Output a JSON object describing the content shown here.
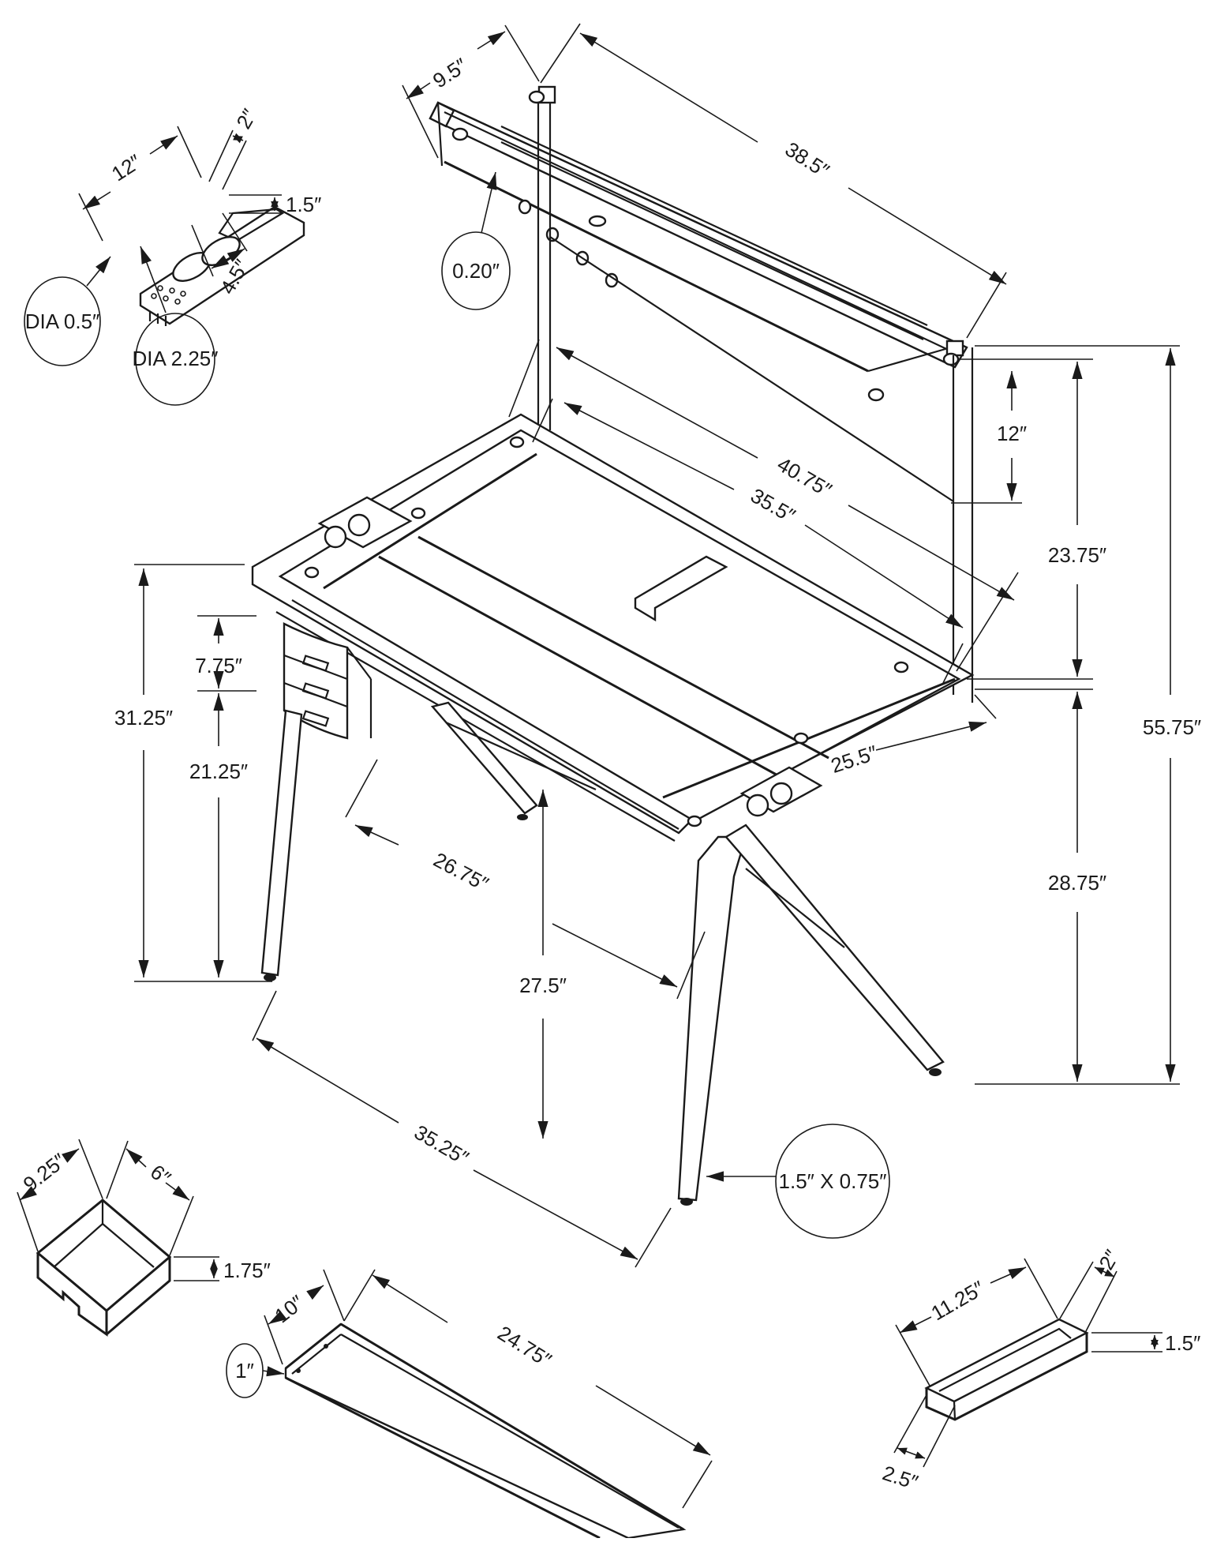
{
  "title": "Drafting desk dimension diagram",
  "colors": {
    "line": "#1a1a1a",
    "background": "#ffffff"
  },
  "top_shelf": {
    "depth": "9.5″",
    "width": "38.5″",
    "glass_thickness": "0.20″"
  },
  "side_tray": {
    "length": "12″",
    "depth": "2″",
    "height": "1.5″",
    "compartment": "4.5″",
    "small_hole": "DIA 0.5″",
    "cup_hole": "DIA 2.25″"
  },
  "desk": {
    "outer_width": "40.75″",
    "inner_width": "35.5″",
    "shelf_gap": "12″",
    "hutch_height": "23.75″",
    "total_height": "55.75″",
    "desk_height": "28.75″",
    "depth": "25.5″",
    "drawer_height": "7.75″",
    "drawer_clearance": "21.25″",
    "drawer_unit_height": "31.25″",
    "knee_width": "26.75″",
    "knee_height": "27.5″",
    "leg_span": "35.25″",
    "leg_profile": "1.5″ X 0.75″"
  },
  "drawer": {
    "width": "9.25″",
    "depth": "6″",
    "height": "1.75″"
  },
  "glass_panel": {
    "depth": "10″",
    "width": "24.75″",
    "thickness": "1″"
  },
  "pencil_tray": {
    "length": "11.25″",
    "depth": "2″",
    "height": "1.5″",
    "width": "2.5″"
  }
}
